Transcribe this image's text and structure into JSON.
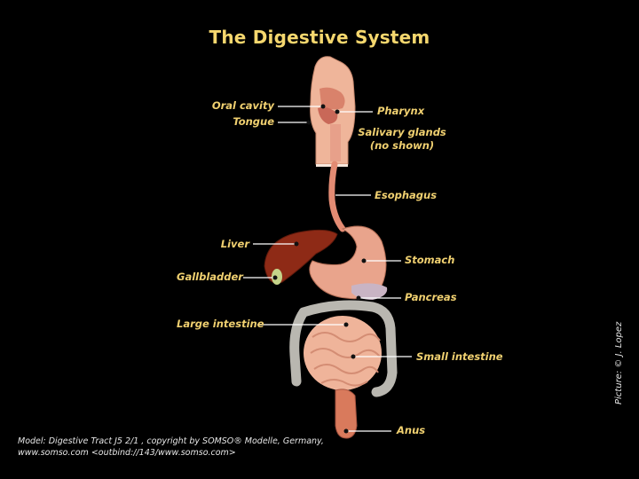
{
  "title": "The  Digestive System",
  "labels": {
    "oral_cavity": "Oral cavity",
    "tongue": "Tongue",
    "pharynx": "Pharynx",
    "salivary_line1": "Salivary glands",
    "salivary_line2": "(no shown)",
    "esophagus": "Esophagus",
    "liver": "Liver",
    "stomach": "Stomach",
    "gallbladder": "Gallbladder",
    "pancreas": "Pancreas",
    "large_intestine": "Large intestine",
    "small_intestine": "Small intestine",
    "anus": "Anus"
  },
  "credit": {
    "line1": "Model: Digestive Tract J5 2/1 , copyright by SOMSO® Modelle, Germany,",
    "line2": "www.somso.com <outbind://143/www.somso.com>"
  },
  "picture_credit": "Picture: © J. Lopez",
  "colors": {
    "background": "#000000",
    "title": "#f5d76e",
    "label": "#f0d070",
    "leader_line": "#ffffff"
  }
}
